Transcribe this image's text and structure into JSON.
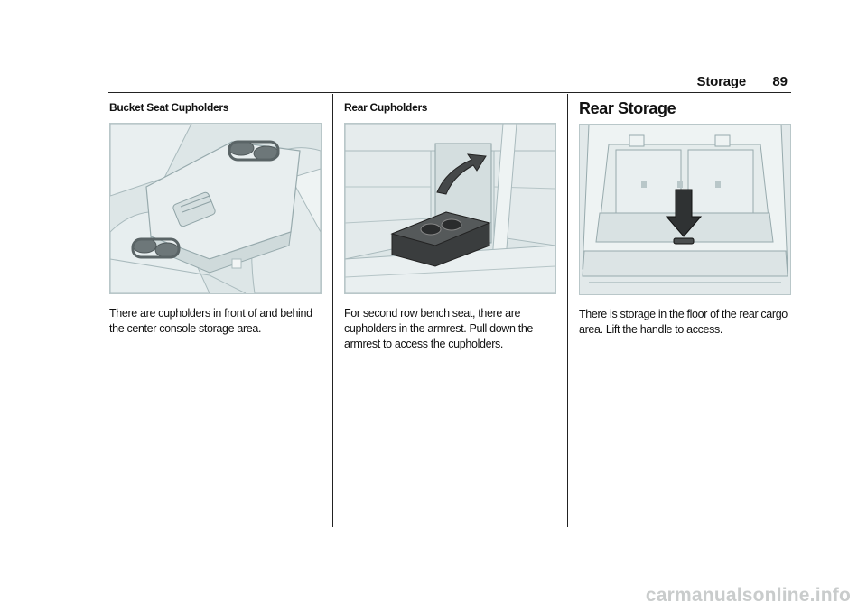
{
  "header": {
    "section_title": "Storage",
    "page_number": "89"
  },
  "columns": [
    {
      "heading": "Bucket Seat Cupholders",
      "body": "There are cupholders in front of and behind the center console storage area."
    },
    {
      "heading": "Rear Cupholders",
      "body": "For second row bench seat, there are cupholders in the armrest. Pull down the armrest to access the cupholders."
    },
    {
      "heading": "Rear Storage",
      "body": "There is storage in the floor of the rear cargo area. Lift the handle to access."
    }
  ],
  "watermark": "carmanualsonline.info",
  "colors": {
    "illustration_tint": "#dfe7e8",
    "illustration_line": "#9fb1b4",
    "armrest_dark": "#3a3d3e"
  }
}
